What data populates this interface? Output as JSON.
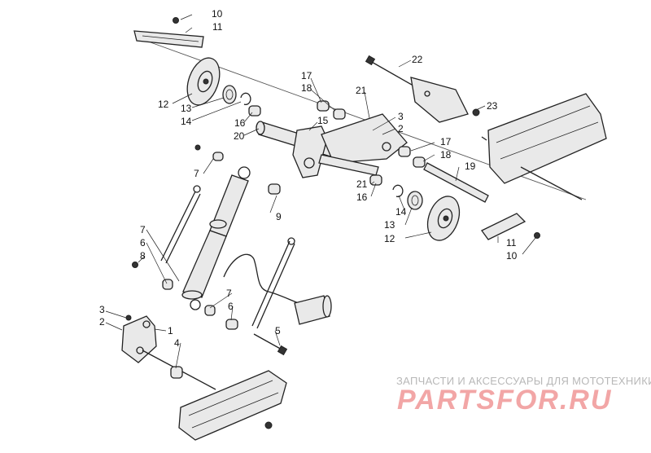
{
  "diagram": {
    "callouts": {
      "c1": "1",
      "c2a": "2",
      "c2b": "2",
      "c3a": "3",
      "c3b": "3",
      "c4": "4",
      "c5": "5",
      "c6a": "6",
      "c6b": "6",
      "c7a": "7",
      "c7b": "7",
      "c7c": "7",
      "c8": "8",
      "c9": "9",
      "c10a": "10",
      "c10b": "10",
      "c11a": "11",
      "c11b": "11",
      "c12a": "12",
      "c12b": "12",
      "c13a": "13",
      "c13b": "13",
      "c14a": "14",
      "c14b": "14",
      "c15": "15",
      "c16a": "16",
      "c16b": "16",
      "c17a": "17",
      "c17b": "17",
      "c18a": "18",
      "c18b": "18",
      "c19": "19",
      "c20": "20",
      "c21a": "21",
      "c21b": "21",
      "c22": "22",
      "c23": "23"
    }
  },
  "watermark": {
    "tagline": "ЗАПЧАСТИ И АКСЕССУАРЫ ДЛЯ МОТОТЕХНИКИ",
    "logo_text": "PARTSFOR.RU",
    "logo_color": "#f2a6a6"
  }
}
